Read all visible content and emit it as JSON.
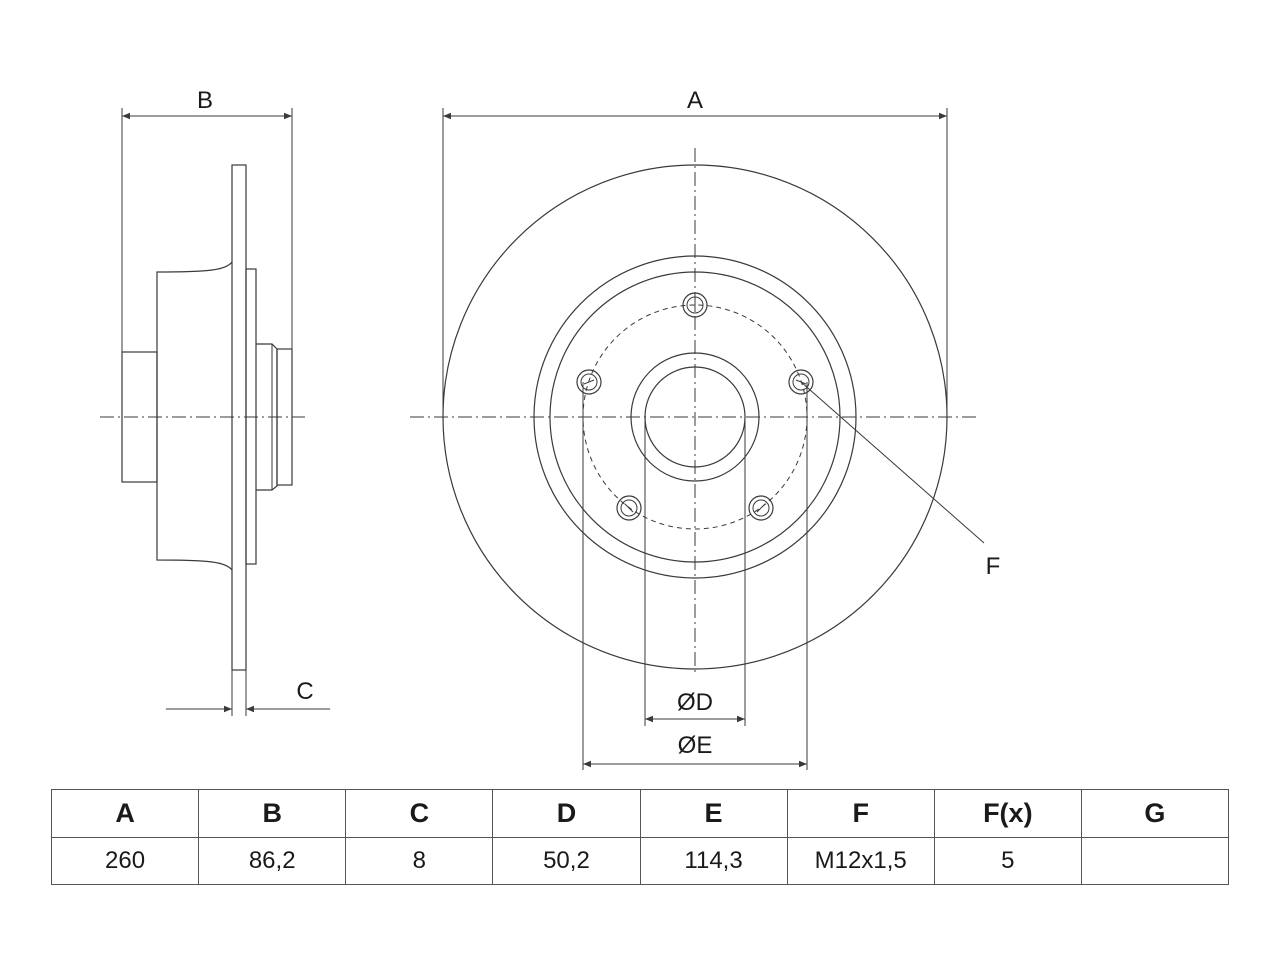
{
  "dimension_labels": {
    "a": "A",
    "b": "B",
    "c": "C",
    "d": "ØD",
    "e": "ØE",
    "f": "F"
  },
  "table": {
    "headers": [
      "A",
      "B",
      "C",
      "D",
      "E",
      "F",
      "F(x)",
      "G"
    ],
    "values": [
      "260",
      "86,2",
      "8",
      "50,2",
      "114,3",
      "M12x1,5",
      "5",
      ""
    ]
  }
}
